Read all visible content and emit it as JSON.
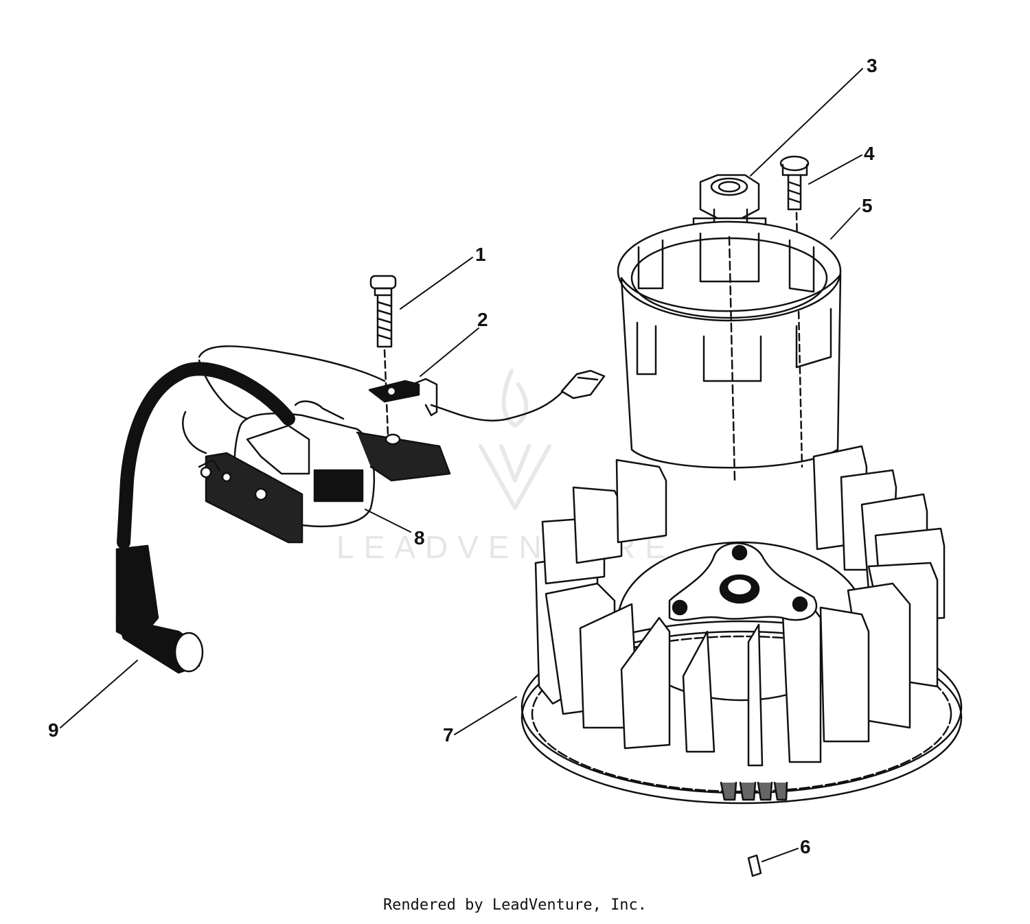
{
  "diagram": {
    "callouts": [
      {
        "id": "1",
        "label": "1"
      },
      {
        "id": "2",
        "label": "2"
      },
      {
        "id": "3",
        "label": "3"
      },
      {
        "id": "4",
        "label": "4"
      },
      {
        "id": "5",
        "label": "5"
      },
      {
        "id": "6",
        "label": "6"
      },
      {
        "id": "7",
        "label": "7"
      },
      {
        "id": "8",
        "label": "8"
      },
      {
        "id": "9",
        "label": "9"
      }
    ],
    "watermark": "LEADVENTURE",
    "footer": "Rendered by LeadVenture, Inc."
  },
  "colors": {
    "ink": "#111111",
    "background": "#ffffff",
    "watermark": "#e6e6e6"
  }
}
